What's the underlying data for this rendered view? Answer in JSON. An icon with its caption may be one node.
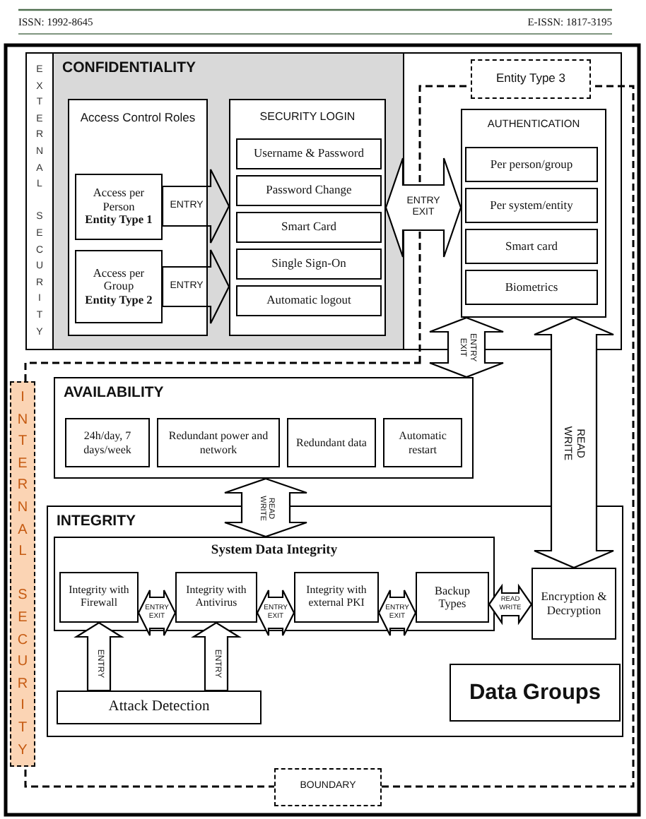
{
  "diagram": {
    "nodes": [
      {
        "text": [
          "EXTERNAL SECURITY"
        ]
      },
      {
        "text": [
          "CONFIDENTIALITY"
        ],
        "in": 0
      },
      {
        "text": [
          "Access Control Roles"
        ],
        "in": 1
      },
      {
        "text": [
          "Access per Person",
          "Entity Type 1"
        ],
        "in": 2
      },
      {
        "text": [
          "Access per Group",
          "Entity Type 2"
        ],
        "in": 2
      },
      {
        "text": [
          "SECURITY LOGIN"
        ],
        "in": 1
      },
      {
        "text": [
          "Username & Password"
        ],
        "in": 5
      },
      {
        "text": [
          "Password Change"
        ],
        "in": 5
      },
      {
        "text": [
          "Smart Card"
        ],
        "in": 5
      },
      {
        "text": [
          "Single Sign-On"
        ],
        "in": 5
      },
      {
        "text": [
          "Automatic logout"
        ],
        "in": 5
      },
      {
        "text": [
          "Entity Type 3"
        ],
        "in": 0
      },
      {
        "text": [
          "AUTHENTICATION"
        ],
        "in": 0
      },
      {
        "text": [
          "Per person/group"
        ],
        "in": 12
      },
      {
        "text": [
          "Per system/entity"
        ],
        "in": 12
      },
      {
        "text": [
          "Smart card"
        ],
        "in": 12
      },
      {
        "text": [
          "Biometrics"
        ],
        "in": 12
      },
      {
        "text": [
          "INTERNAL SECURITY"
        ]
      },
      {
        "text": [
          "AVAILABILITY"
        ]
      },
      {
        "text": [
          "24h/day, 7 days/week"
        ],
        "in": 18
      },
      {
        "text": [
          "Redundant power and network"
        ],
        "in": 18
      },
      {
        "text": [
          "Redundant data"
        ],
        "in": 18
      },
      {
        "text": [
          "Automatic restart"
        ],
        "in": 18
      },
      {
        "text": [
          "INTEGRITY"
        ]
      },
      {
        "text": [
          "System Data Integrity"
        ],
        "in": 23
      },
      {
        "text": [
          "Integrity with Firewall"
        ],
        "in": 24
      },
      {
        "text": [
          "Integrity with Antivirus"
        ],
        "in": 24
      },
      {
        "text": [
          "Integrity with external PKI"
        ],
        "in": 24
      },
      {
        "text": [
          "Backup Types"
        ],
        "in": 24
      },
      {
        "text": [
          "Encryption & Decryption"
        ],
        "in": 23
      },
      {
        "text": [
          "Attack Detection"
        ],
        "in": 23
      },
      {
        "text": [
          "Data Groups"
        ],
        "in": 23
      },
      {
        "text": [
          "BOUNDARY"
        ]
      }
    ],
    "edges": [
      {
        "from": 3,
        "to": 5,
        "arrow": "to",
        "label": "ENTRY"
      },
      {
        "from": 4,
        "to": 5,
        "arrow": "to",
        "label": "ENTRY"
      },
      {
        "from": 5,
        "to": 12,
        "arrow": "both",
        "label": "ENTRY EXIT"
      },
      {
        "from": 12,
        "to": 18,
        "arrow": "both",
        "label": "ENTRY EXIT"
      },
      {
        "from": 12,
        "to": 29,
        "arrow": "both",
        "label": "READ WRITE"
      },
      {
        "from": 18,
        "to": 24,
        "arrow": "both",
        "label": "READ WRITE"
      },
      {
        "from": 25,
        "to": 26,
        "arrow": "both",
        "label": "ENTRY EXIT"
      },
      {
        "from": 26,
        "to": 27,
        "arrow": "both",
        "label": "ENTRY EXIT"
      },
      {
        "from": 27,
        "to": 28,
        "arrow": "both",
        "label": "ENTRY EXIT"
      },
      {
        "from": 28,
        "to": 29,
        "arrow": "both",
        "label": "READ WRITE"
      },
      {
        "from": 30,
        "to": 25,
        "arrow": "to",
        "label": "ENTRY"
      },
      {
        "from": 30,
        "to": 26,
        "arrow": "to",
        "label": "ENTRY"
      }
    ],
    "labels": [
      "ISSN: 1992-8645",
      "E-ISSN: 1817-3195"
    ]
  }
}
